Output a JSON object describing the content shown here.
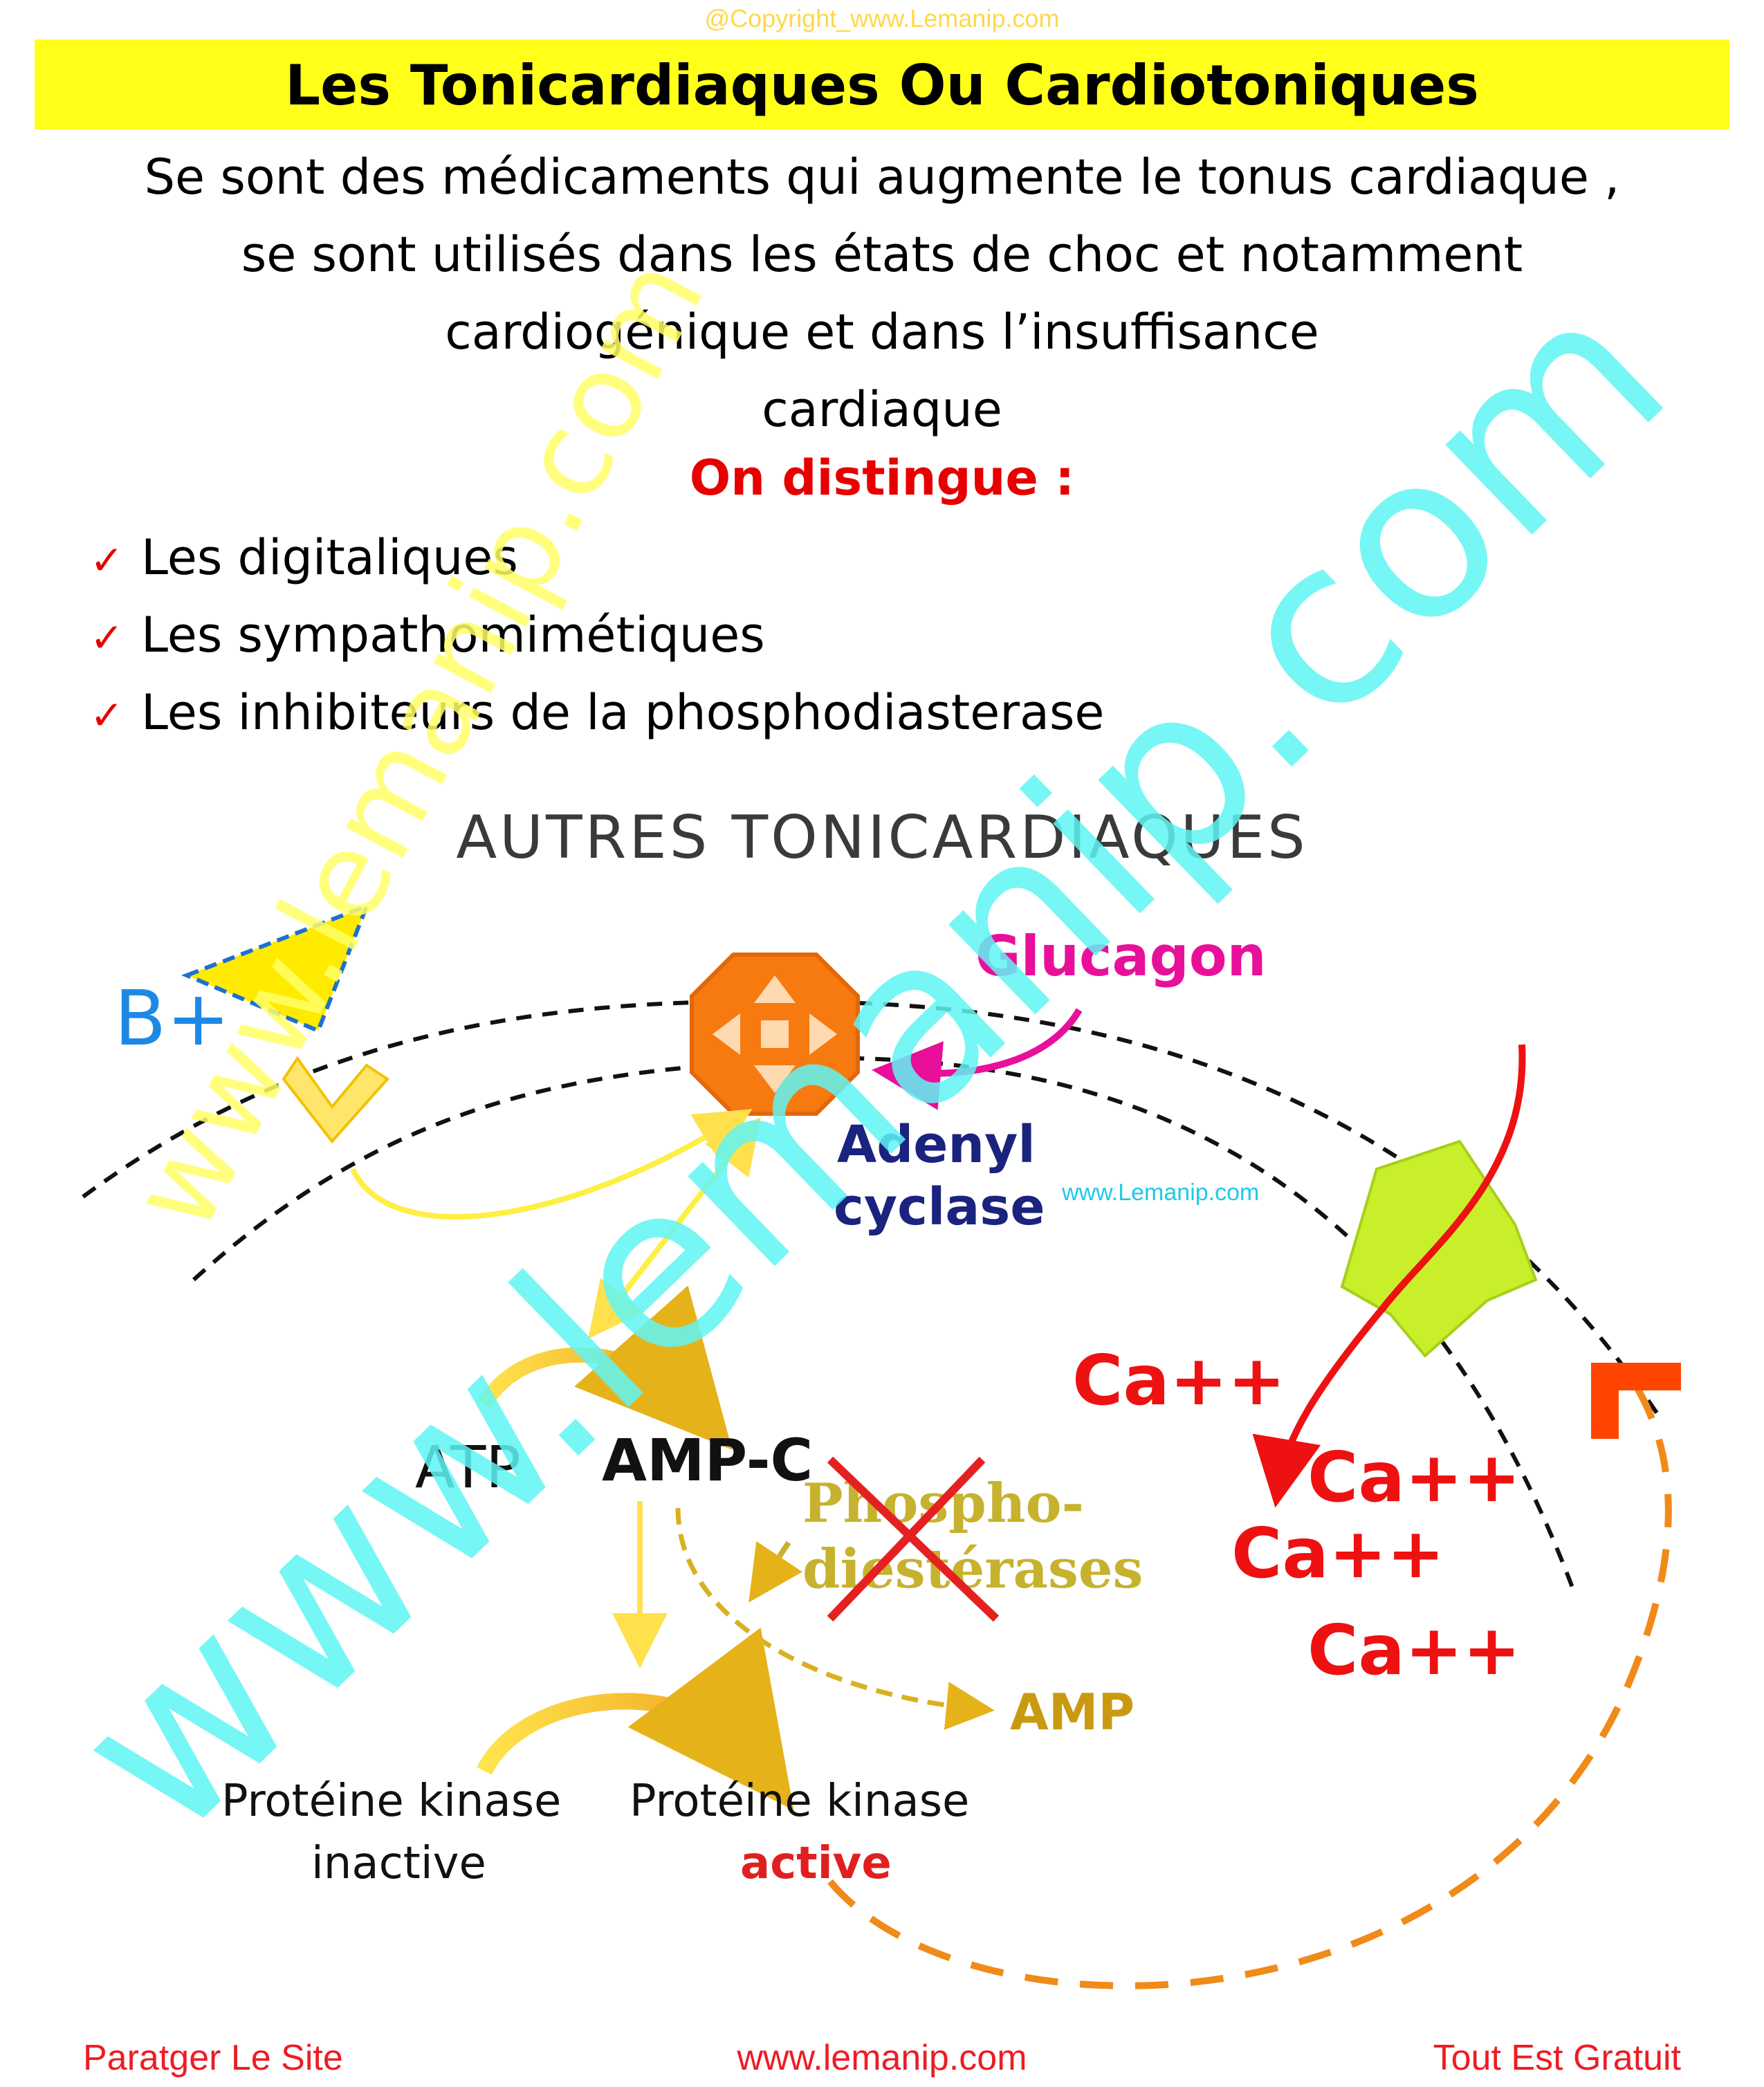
{
  "copyright": "@Copyright_www.Lemanip.com",
  "title": "Les Tonicardiaques Ou Cardiotoniques",
  "intro_lines": [
    "Se sont des médicaments qui augmente le tonus cardiaque ,",
    "se sont utilisés dans les états de choc et notamment",
    "cardiogénique et dans l’insuffisance",
    "cardiaque"
  ],
  "distinguish_label": "On distingue :",
  "classes": [
    "Les digitaliques",
    "Les sympathomimétiques",
    "Les inhibiteurs de la phosphodiasterase"
  ],
  "diagram": {
    "heading": "AUTRES TONICARDIAQUES",
    "beta": "B+",
    "glucagon": "Glucagon",
    "adenyl_1": "Adenyl",
    "adenyl_2": "cyclase",
    "site_small": "www.Lemanip.com",
    "atp": "ATP",
    "ampc": "AMP-C",
    "phospho_1": "Phospho-",
    "phospho_2": "diestérases",
    "amp": "AMP",
    "pk_inactive_1": "Protéine kinase",
    "pk_inactive_2": "inactive",
    "pk_active_1": "Protéine kinase",
    "pk_active_2": "active",
    "ca": [
      "Ca++",
      "Ca++",
      "Ca++",
      "Ca++"
    ]
  },
  "watermarks": {
    "big": "www.lemanip.com",
    "small": "www.lemanip.com"
  },
  "footer": {
    "left": "Paratger Le Site",
    "center": "www.lemanip.com",
    "right": "Tout Est Gratuit"
  },
  "colors": {
    "title_bg": "#ffff1a",
    "accent_red": "#e60000",
    "watermark_cyan": "#5ff5f5",
    "watermark_yellow": "#ffff66",
    "glucagon_magenta": "#e8109a",
    "beta_blue": "#1e88e5"
  }
}
